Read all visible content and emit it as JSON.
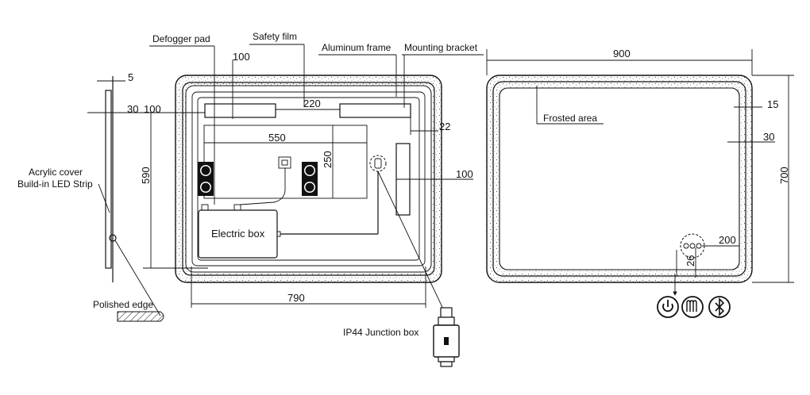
{
  "labels": {
    "defogger_pad": "Defogger pad",
    "safety_film": "Safety film",
    "aluminum_frame": "Aluminum frame",
    "mounting_bracket": "Mounting bracket",
    "acrylic_cover": "Acrylic cover",
    "led_strip": "Build-in LED Strip",
    "polished_edge": "Polished edge",
    "electric_box": "Electric box",
    "junction_box": "IP44 Junction box",
    "frosted_area": "Frosted area"
  },
  "dimensions": {
    "side_5": "5",
    "side_30": "30",
    "back_100_top": "100",
    "back_100_left": "100",
    "back_220": "220",
    "back_22": "22",
    "back_550": "550",
    "back_250": "250",
    "back_590": "590",
    "back_100_right": "100",
    "back_790": "790",
    "front_900": "900",
    "front_15": "15",
    "front_30": "30",
    "front_700": "700",
    "front_200": "200",
    "front_26": "26"
  },
  "icons": [
    "power-icon",
    "heating-icon",
    "bluetooth-icon"
  ]
}
